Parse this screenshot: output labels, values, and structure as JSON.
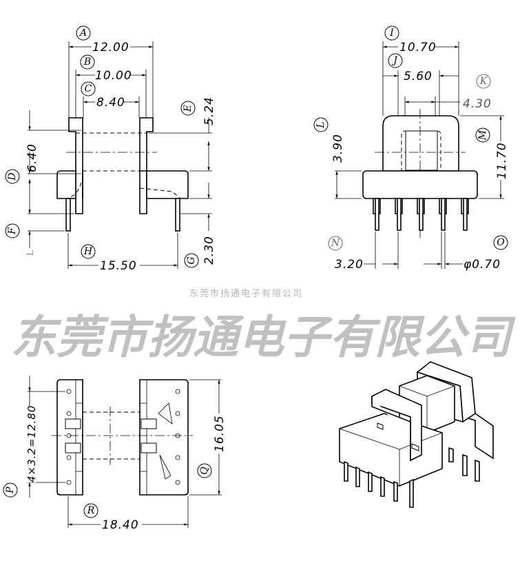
{
  "watermark": {
    "large": "东莞市扬通电子有限公司",
    "small": "东莞市扬通电子有限公司"
  },
  "front_view": {
    "labels": {
      "A": "A",
      "B": "B",
      "C": "C",
      "D": "D",
      "E": "E",
      "F": "F",
      "G": "G",
      "H": "H",
      "L": "L"
    },
    "dims": {
      "A": "12.00",
      "B": "10.00",
      "C": "8.40",
      "D": "6.40",
      "E": "5.24",
      "G": "2.30",
      "H": "15.50"
    }
  },
  "side_view": {
    "labels": {
      "I": "I",
      "J": "J",
      "K": "K",
      "L": "L",
      "M": "M",
      "N": "N",
      "O": "O"
    },
    "dims": {
      "I": "10.70",
      "J": "5.60",
      "K": "4.30",
      "L": "3.90",
      "M": "11.70",
      "N": "3.20",
      "O": "φ0.70"
    }
  },
  "bottom_view": {
    "labels": {
      "P": "P",
      "Q": "Q",
      "R": "R"
    },
    "dims": {
      "P": "4×3.2=12.80",
      "Q": "16.05",
      "R": "18.40"
    }
  }
}
